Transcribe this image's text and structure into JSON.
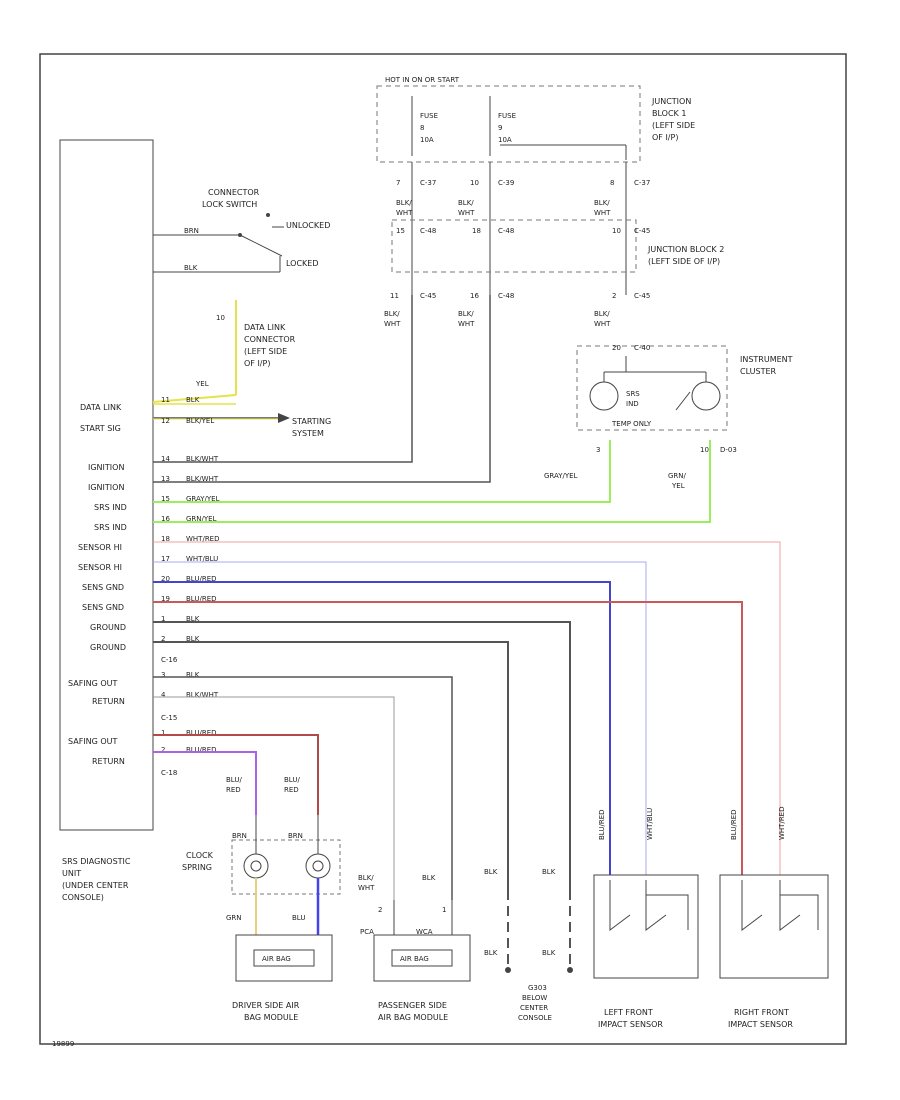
{
  "junction_block_1": {
    "top_label": "HOT IN ON OR START",
    "fuse_a_label": "FUSE",
    "fuse_a_num": "8",
    "fuse_a_amp": "10A",
    "fuse_b_label": "FUSE",
    "fuse_b_num": "9",
    "fuse_b_amp": "10A",
    "title": [
      "JUNCTION",
      "BLOCK 1",
      "(LEFT SIDE",
      "OF I/P)"
    ]
  },
  "junction_block_2": {
    "title": [
      "JUNCTION BLOCK 2",
      "(LEFT SIDE OF I/P)"
    ]
  },
  "circuit_labels": {
    "c1_pin": "7",
    "c1_conn": "C-37",
    "c1_wire": [
      "BLK/",
      "WHT"
    ],
    "c2_pin": "10",
    "c2_conn": "C-39",
    "c2_wire": [
      "BLK/",
      "WHT"
    ],
    "c3_pin": "8",
    "c3_conn": "C-37",
    "c3_wire": [
      "BLK/",
      "WHT"
    ],
    "jb2_conn_l": "C-48",
    "jb2_conn_m": "C-48",
    "jb2_conn_r": "C-45",
    "jb2_pin_l": "15",
    "jb2_pin_m": "18",
    "jb2_pin_r": "10",
    "c4_pin": "11",
    "c4_conn": "C-45",
    "c4_wire": [
      "BLK/",
      "WHT"
    ],
    "c5_pin": "16",
    "c5_conn": "C-48",
    "c5_wire": [
      "BLK/",
      "WHT"
    ],
    "c6_pin": "2",
    "c6_conn": "C-45",
    "c6_wire": [
      "BLK/",
      "WHT"
    ]
  },
  "connector_lock": {
    "title": [
      "CONNECTOR",
      "LOCK SWITCH"
    ],
    "unlocked": "UNLOCKED",
    "locked": "LOCKED",
    "wire_1": "BRN",
    "wire_2": "BLK"
  },
  "data_link": {
    "pin": "10",
    "title": [
      "DATA LINK",
      "CONNECTOR",
      "(LEFT SIDE",
      "OF I/P)"
    ],
    "wire": "YEL"
  },
  "starting_system": [
    "STARTING",
    "SYSTEM"
  ],
  "instrument_cluster": {
    "title": [
      "INSTRUMENT",
      "CLUSTER"
    ],
    "conn": "C-40",
    "pin": "20",
    "srs_ind": [
      "SRS",
      "IND"
    ],
    "note": "TEMP ONLY",
    "left_pin": "3",
    "right_pin": "10",
    "right_conn": "D-03",
    "left_wire": "GRAY/YEL",
    "right_wire": [
      "GRN/",
      "YEL"
    ]
  },
  "srs_unit": {
    "pins": [
      {
        "label": "DATA LINK",
        "num": "11",
        "wire": "BLK"
      },
      {
        "label": "START SIG",
        "num": "12",
        "wire": "BLK/YEL"
      },
      {
        "label": "IGNITION",
        "num": "14",
        "wire": "BLK/WHT"
      },
      {
        "label": "IGNITION",
        "num": "13",
        "wire": "BLK/WHT"
      },
      {
        "label": "SRS IND",
        "num": "15",
        "wire": "GRAY/YEL"
      },
      {
        "label": "SRS IND",
        "num": "16",
        "wire": "GRN/YEL"
      },
      {
        "label": "SENSOR HI",
        "num": "18",
        "wire": "WHT/RED"
      },
      {
        "label": "SENSOR HI",
        "num": "17",
        "wire": "WHT/BLU"
      },
      {
        "label": "SENS GND",
        "num": "20",
        "wire": "BLU/RED"
      },
      {
        "label": "SENS GND",
        "num": "19",
        "wire": "BLU/RED"
      },
      {
        "label": "GROUND",
        "num": "1",
        "wire": "BLK"
      },
      {
        "label": "GROUND",
        "num": "2",
        "wire": "BLK"
      }
    ],
    "c16": "C-16",
    "c16_pins": [
      {
        "label": "SAFING OUT",
        "num": "3",
        "wire": "BLK"
      },
      {
        "label": "RETURN",
        "num": "4",
        "wire": "BLK/WHT"
      }
    ],
    "c15": "C-15",
    "c15_pins": [
      {
        "label": "SAFING OUT",
        "num": "1",
        "wire": "BLU/RED"
      },
      {
        "label": "RETURN",
        "num": "2",
        "wire": "BLU/RED"
      }
    ],
    "c18": "C-18",
    "title": [
      "SRS DIAGNOSTIC",
      "UNIT",
      "(UNDER CENTER",
      "CONSOLE)"
    ]
  },
  "clock_spring": {
    "title": [
      "CLOCK",
      "SPRING"
    ],
    "wire_l": [
      "BLU/",
      "RED"
    ],
    "wire_r": [
      "BLU/",
      "RED"
    ],
    "grn": "GRN",
    "blu": "BLU",
    "brn": "BRN",
    "brn2": "BRN"
  },
  "driver_airbag": {
    "title": [
      "DRIVER SIDE AIR",
      "BAG MODULE"
    ],
    "inner": "AIR BAG"
  },
  "passenger_airbag": {
    "title": [
      "PASSENGER SIDE",
      "AIR BAG MODULE"
    ],
    "inner": "AIR BAG",
    "wire_l": [
      "BLK/",
      "WHT"
    ],
    "wire_r": "BLK",
    "pin_l": "2",
    "pin_r": "1",
    "tag_l": "PCA",
    "tag_r": "WCA"
  },
  "ground": {
    "title": [
      "G303",
      "BELOW",
      "CENTER",
      "CONSOLE"
    ],
    "w1": "BLK",
    "w2": "BLK",
    "w3": "BLK",
    "w4": "BLK"
  },
  "left_sensor": {
    "title": [
      "LEFT FRONT",
      "IMPACT SENSOR"
    ],
    "wire_a": "BLU/RED",
    "wire_b": "WHT/BLU"
  },
  "right_sensor": {
    "title": [
      "RIGHT FRONT",
      "IMPACT SENSOR"
    ],
    "wire_a": "BLU/RED",
    "wire_b": "WHT/RED"
  },
  "corner_id": "19899"
}
